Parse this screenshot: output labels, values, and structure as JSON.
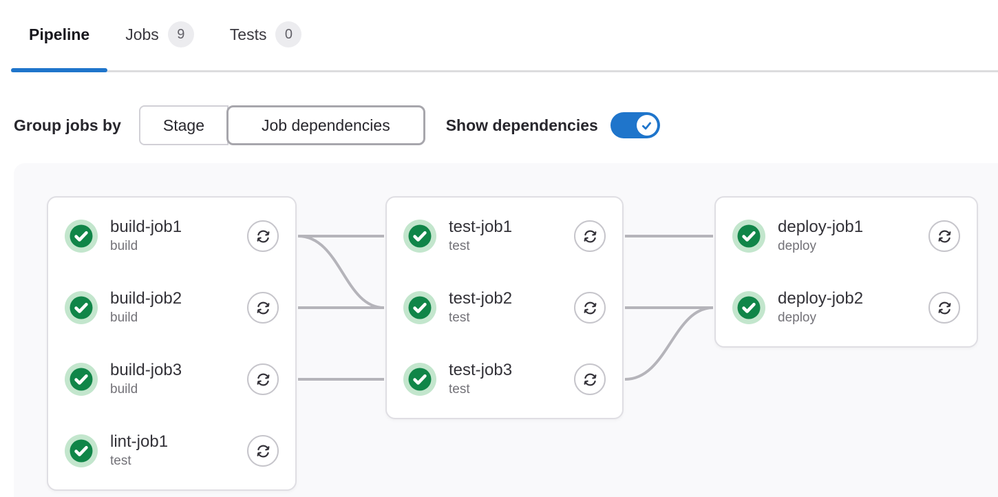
{
  "tabs": [
    {
      "label": "Pipeline",
      "active": true
    },
    {
      "label": "Jobs",
      "badge": "9",
      "active": false
    },
    {
      "label": "Tests",
      "badge": "0",
      "active": false
    }
  ],
  "controls": {
    "group_label": "Group jobs by",
    "segmented": [
      {
        "label": "Stage",
        "selected": false
      },
      {
        "label": "Job dependencies",
        "selected": true
      }
    ],
    "show_dependencies_label": "Show dependencies",
    "show_dependencies_on": true
  },
  "pipeline": {
    "columns": [
      {
        "jobs": [
          {
            "name": "build-job1",
            "stage": "build",
            "status": "success"
          },
          {
            "name": "build-job2",
            "stage": "build",
            "status": "success"
          },
          {
            "name": "build-job3",
            "stage": "build",
            "status": "success"
          },
          {
            "name": "lint-job1",
            "stage": "test",
            "status": "success"
          }
        ]
      },
      {
        "jobs": [
          {
            "name": "test-job1",
            "stage": "test",
            "status": "success"
          },
          {
            "name": "test-job2",
            "stage": "test",
            "status": "success"
          },
          {
            "name": "test-job3",
            "stage": "test",
            "status": "success"
          }
        ]
      },
      {
        "jobs": [
          {
            "name": "deploy-job1",
            "stage": "deploy",
            "status": "success"
          },
          {
            "name": "deploy-job2",
            "stage": "deploy",
            "status": "success"
          }
        ]
      }
    ],
    "links": [
      {
        "from": "build-job1",
        "to": "test-job1"
      },
      {
        "from": "build-job1",
        "to": "test-job2"
      },
      {
        "from": "build-job2",
        "to": "test-job2"
      },
      {
        "from": "build-job3",
        "to": "test-job3"
      },
      {
        "from": "test-job1",
        "to": "deploy-job1"
      },
      {
        "from": "test-job2",
        "to": "deploy-job2"
      },
      {
        "from": "test-job3",
        "to": "deploy-job2"
      }
    ]
  },
  "icons": {
    "status_success": "status-success-check-icon",
    "retry": "retry-icon",
    "toggle_check": "check-icon"
  },
  "colors": {
    "accent_blue": "#1f75cb",
    "success_green": "#108548",
    "success_ring_green": "#c3e6cd",
    "dependency_line_gray": "#b5b4ba",
    "badge_bg": "#ececef",
    "panel_bg": "#f9f9fb"
  }
}
